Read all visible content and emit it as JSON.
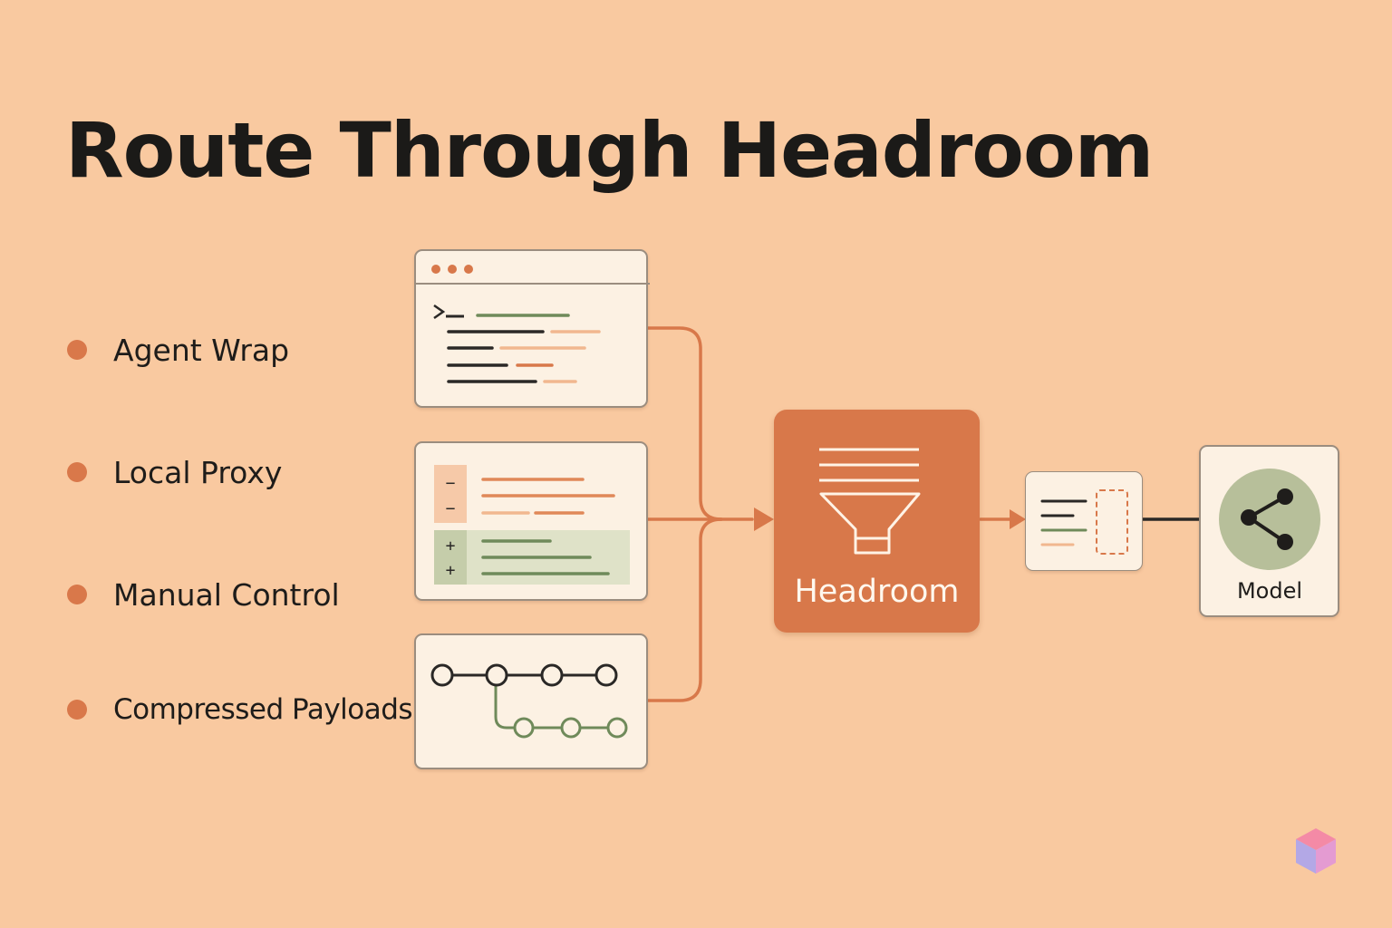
{
  "title": "Route Through Headroom",
  "routes": [
    {
      "label": "Agent Wrap",
      "icon": "terminal-icon"
    },
    {
      "label": "Local Proxy",
      "icon": "diff-icon"
    },
    {
      "label": "Manual Control",
      "icon": "none"
    },
    {
      "label": "Compressed Payloads",
      "icon": "git-branch-icon"
    }
  ],
  "diff_card": {
    "minus_symbol": "−",
    "plus_symbol": "+"
  },
  "terminal_card": {
    "prompt": ">_"
  },
  "hub": {
    "label": "Headroom",
    "icon": "funnel-icon"
  },
  "output_card": {
    "icon": "compressed-document-icon"
  },
  "model": {
    "label": "Model",
    "icon": "share-nodes-icon"
  },
  "colors": {
    "background": "#f9c9a0",
    "accent": "#d8784a",
    "card": "#fcf1e3",
    "green": "#6f8a5a",
    "model_circle": "#b7bf9a"
  }
}
